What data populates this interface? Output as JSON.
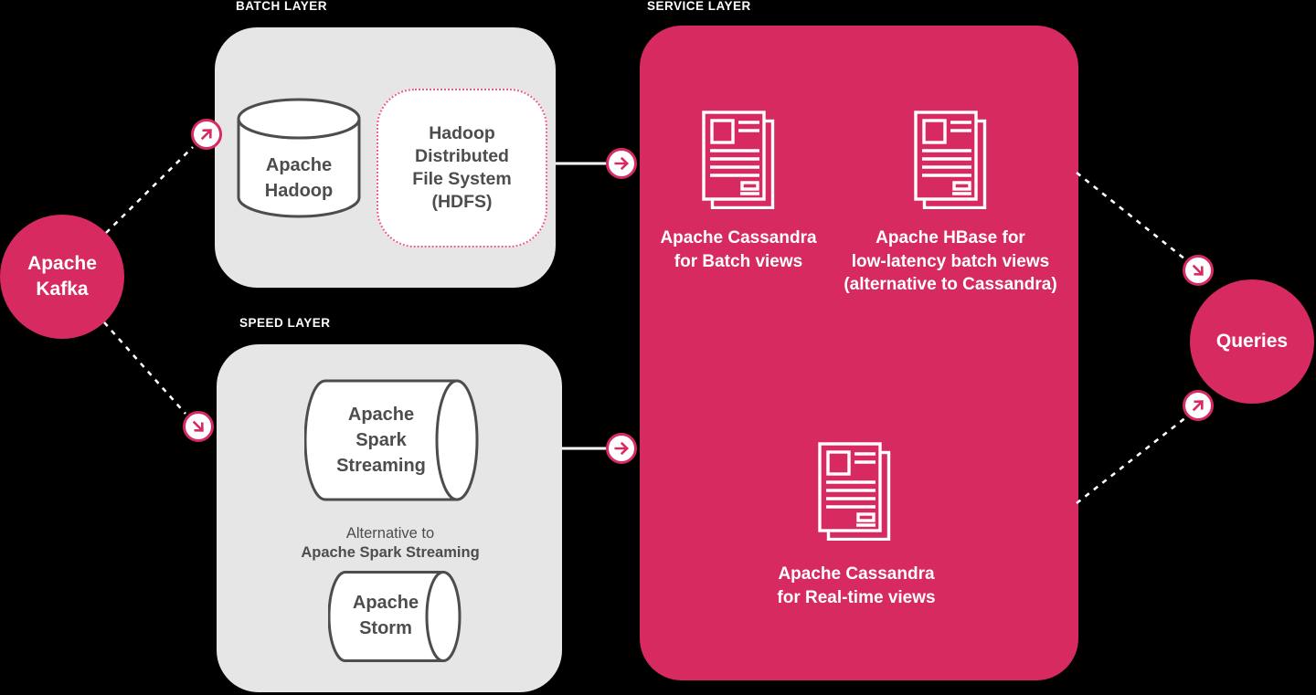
{
  "layers": {
    "batch": {
      "label": "BATCH LAYER"
    },
    "speed": {
      "label": "SPEED LAYER"
    },
    "service": {
      "label": "SERVICE LAYER"
    }
  },
  "nodes": {
    "kafka": {
      "label": "Apache\nKafka"
    },
    "queries": {
      "label": "Queries"
    },
    "hadoop": {
      "label": "Apache\nHadoop"
    },
    "hdfs": {
      "label": "Hadoop\nDistributed\nFile System\n(HDFS)"
    },
    "spark_streaming": {
      "label": "Apache\nSpark\nStreaming"
    },
    "storm": {
      "label": "Apache\nStorm"
    },
    "storm_note": {
      "line1": "Alternative to",
      "line2": "Apache Spark Streaming"
    },
    "cassandra_batch": {
      "label": "Apache Cassandra\nfor Batch views"
    },
    "hbase": {
      "label": "Apache HBase for\nlow-latency batch views\n(alternative to Cassandra)"
    },
    "cassandra_realtime": {
      "label": "Apache Cassandra\nfor Real-time views"
    }
  },
  "connections": [
    {
      "from": "kafka",
      "to": "batch-layer",
      "style": "dashed",
      "arrow": "up-right"
    },
    {
      "from": "kafka",
      "to": "speed-layer",
      "style": "dashed",
      "arrow": "down-right"
    },
    {
      "from": "batch-layer",
      "to": "service-layer",
      "style": "solid",
      "arrow": "right"
    },
    {
      "from": "speed-layer",
      "to": "service-layer",
      "style": "solid",
      "arrow": "right"
    },
    {
      "from": "service-layer",
      "to": "queries",
      "style": "dashed",
      "arrow": "down-right"
    },
    {
      "from": "service-layer",
      "to": "queries",
      "style": "dashed",
      "arrow": "up-right"
    }
  ],
  "colors": {
    "pink": "#d62a60",
    "dotted_border_pink": "#ea5c90",
    "box_gray": "#e7e6e6",
    "dark_text": "#4d4d4d",
    "white": "#ffffff",
    "background": "#000000"
  },
  "icons": {
    "database": "database-cylinder-icon",
    "stream": "horizontal-cylinder-icon",
    "views": "document-stack-icon",
    "arrows": [
      "arrow-up-right-icon",
      "arrow-down-right-icon",
      "arrow-right-icon"
    ]
  }
}
